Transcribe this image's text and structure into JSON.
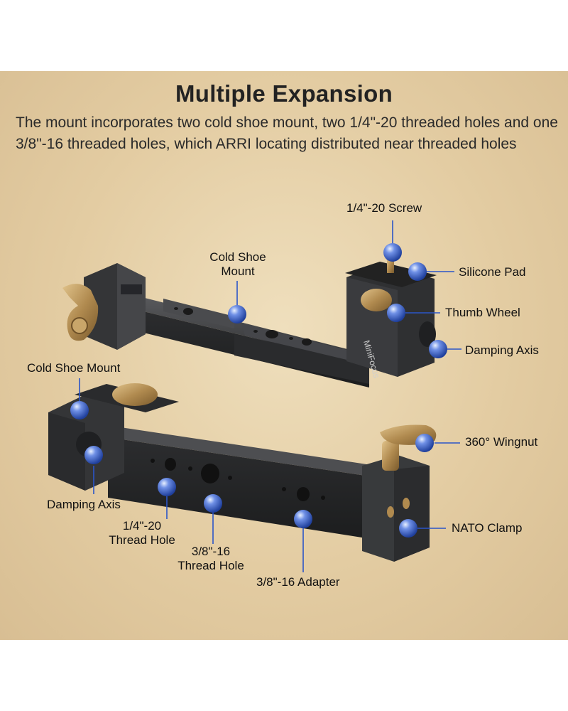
{
  "title": "Multiple Expansion",
  "description": "The mount incorporates two cold shoe mount, two 1/4\"-20 threaded holes and one 3/8\"-16 threaded holes, which ARRI locating distributed near threaded holes",
  "brand_text": "MiniFocus",
  "labels": {
    "screw": "1/4\"-20 Screw",
    "cold_shoe_top_line1": "Cold Shoe",
    "cold_shoe_top_line2": "Mount",
    "silicone_pad": "Silicone Pad",
    "thumb_wheel": "Thumb Wheel",
    "damping_axis_top": "Damping Axis",
    "cold_shoe_bottom": "Cold Shoe Mount",
    "wingnut": "360° Wingnut",
    "damping_axis_bottom": "Damping Axis",
    "nato_clamp": "NATO Clamp",
    "thread_hole_14_line1": "1/4\"-20",
    "thread_hole_14_line2": "Thread Hole",
    "thread_hole_38_line1": "3/8\"-16",
    "thread_hole_38_line2": "Thread Hole",
    "adapter": "3/8\"-16 Adapter"
  },
  "colors": {
    "background": "#e3cca2",
    "metal": "#3c3d3f",
    "brass": "#b8945a",
    "callout_dot": "#3f63c9",
    "leader": "#2b55c8"
  }
}
